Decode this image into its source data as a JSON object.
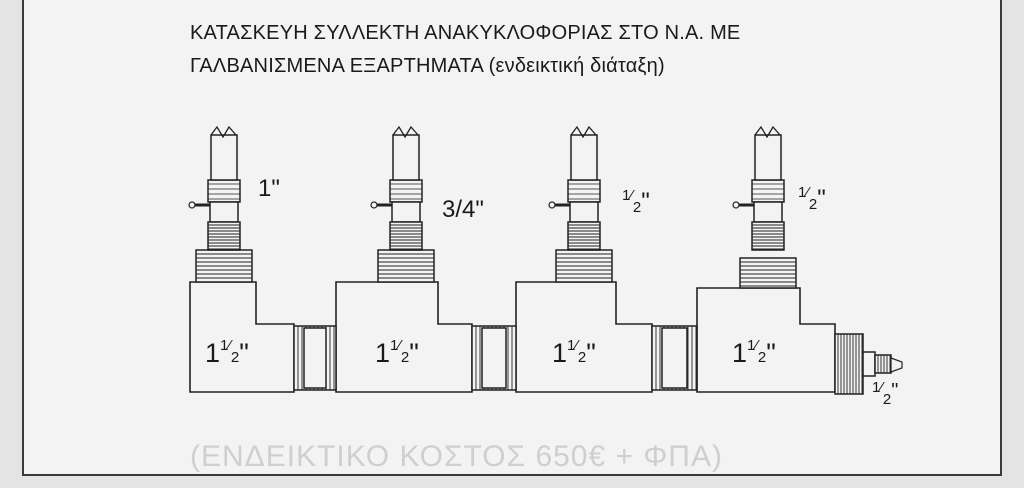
{
  "title": {
    "line1": "ΚΑΤΑΣΚΕΥΗ ΣΥΛΛΕΚΤΗ ΑΝΑΚΥΚΛΟΦΟΡΙΑΣ ΣΤΟ Ν.Α. ΜΕ",
    "line2": "ΓΑΛΒΑΝΙΣΜΕΝΑ ΕΞΑΡΤΗΜΑΤΑ (ενδεικτική διάταξη)"
  },
  "branches": [
    {
      "size": "1\""
    },
    {
      "size": "3/4\""
    },
    {
      "size_whole": "",
      "size_num": "1",
      "size_den": "2",
      "size_unit": "\""
    },
    {
      "size_whole": "",
      "size_num": "1",
      "size_den": "2",
      "size_unit": "\""
    }
  ],
  "tees": [
    {
      "whole": "1",
      "num": "1",
      "den": "2",
      "unit": "\""
    },
    {
      "whole": "1",
      "num": "1",
      "den": "2",
      "unit": "\""
    },
    {
      "whole": "1",
      "num": "1",
      "den": "2",
      "unit": "\""
    },
    {
      "whole": "1",
      "num": "1",
      "den": "2",
      "unit": "\""
    }
  ],
  "end_fitting": {
    "num": "1",
    "den": "2",
    "unit": "\""
  },
  "faded_text": "(ΕΝΔΕΙΚΤΙΚΟ ΚΟΣΤΟΣ 650€ + ΦΠΑ)",
  "colors": {
    "line": "#222222",
    "paper": "#f3f3f3"
  }
}
